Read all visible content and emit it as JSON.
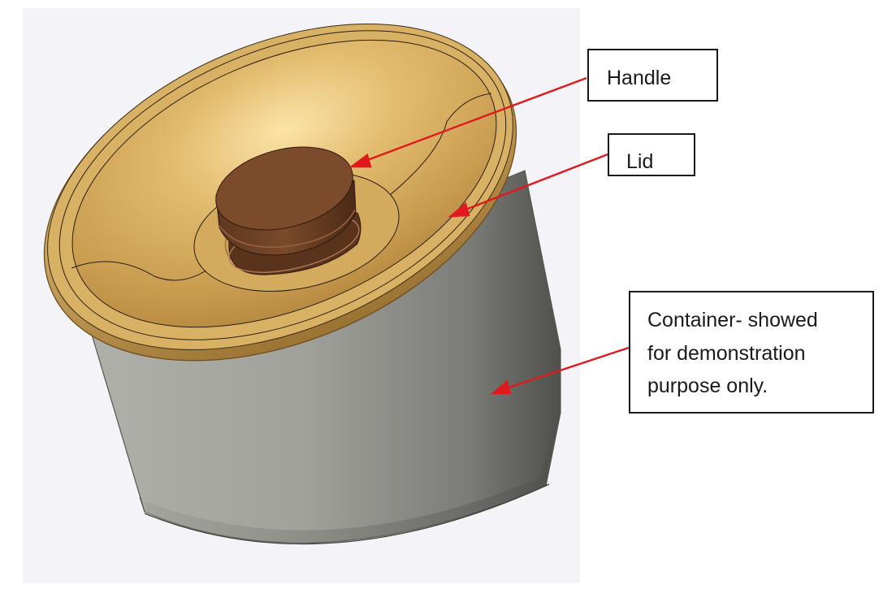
{
  "labels": {
    "handle": "Handle",
    "lid": "Lid",
    "container": [
      "Container- showed",
      "for demonstration",
      "purpose only."
    ]
  },
  "colors": {
    "arrow": "#e0191c",
    "lid_gold": "#d8ae62",
    "handle_brown": "#7b4b2b",
    "container_gray": "#9a9a92"
  }
}
